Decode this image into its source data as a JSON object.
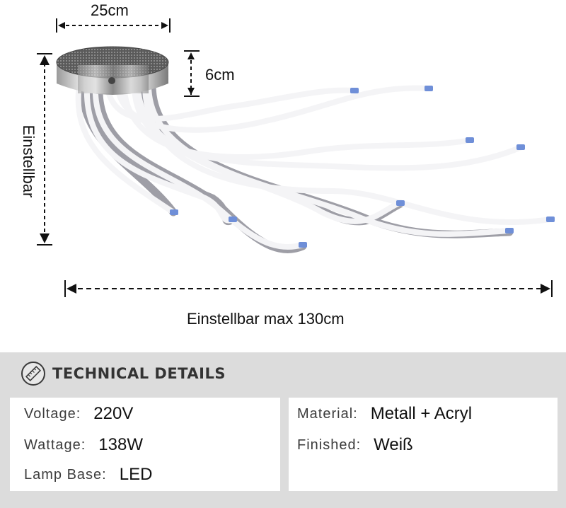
{
  "dimensions": {
    "width_label": "25cm",
    "height_label": "6cm",
    "vertical_label": "Einstellbar",
    "length_label": "Einstellbar max 130cm"
  },
  "details": {
    "title": "TECHNICAL DETAILS",
    "icon": "ruler-icon",
    "rows": [
      {
        "left": {
          "label": "Voltage:",
          "value": "220V"
        },
        "right": {
          "label": "Material:",
          "value": "Metall + Acryl"
        }
      },
      {
        "left": {
          "label": "Wattage:",
          "value": "138W"
        },
        "right": {
          "label": "Finished:",
          "value": "Weiß"
        }
      },
      {
        "left": {
          "label": "Lamp Base:",
          "value": "LED"
        },
        "right": {
          "label": "",
          "value": ""
        }
      }
    ]
  },
  "colors": {
    "panel_bg": "#dcdcdc",
    "cell_bg": "#ffffff",
    "arm_color": "#f3f3f5",
    "tip_color": "#6f8fd8"
  }
}
